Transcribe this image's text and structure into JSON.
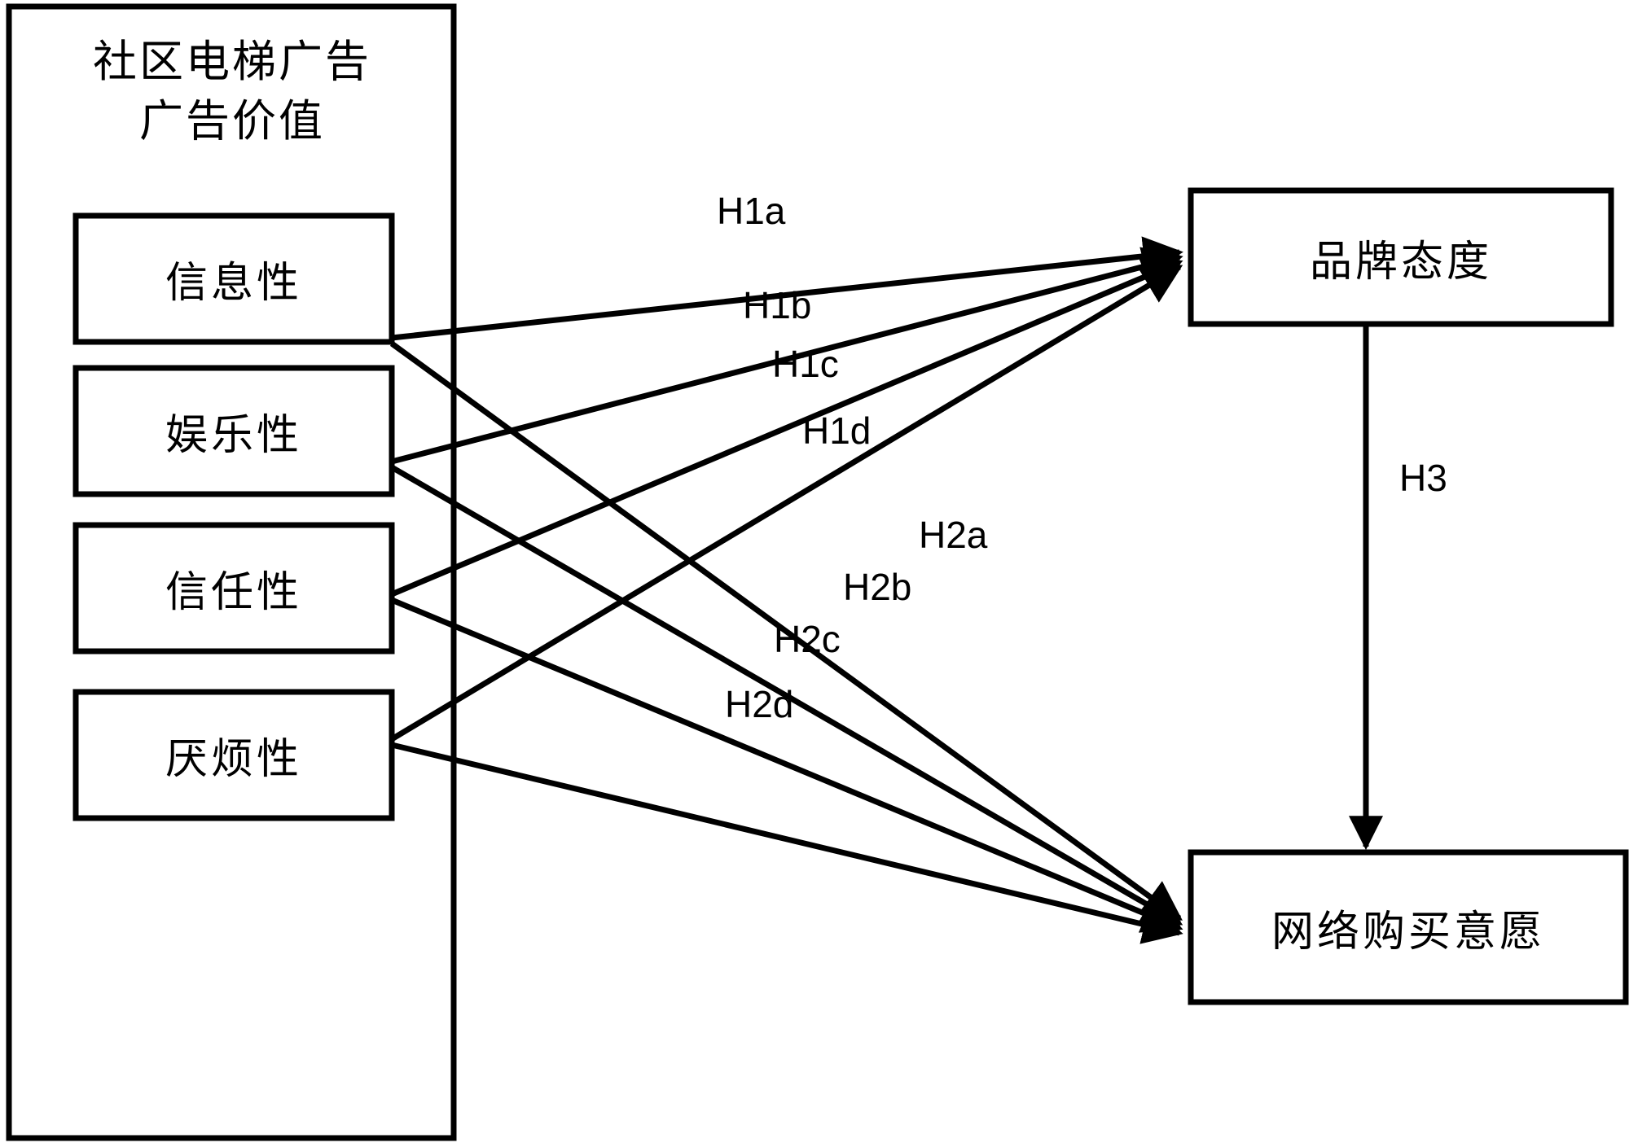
{
  "diagram": {
    "title_lines": [
      "社区电梯广告",
      "广告价值"
    ],
    "antecedents": [
      {
        "label": "信息性"
      },
      {
        "label": "娱乐性"
      },
      {
        "label": "信任性"
      },
      {
        "label": "厌烦性"
      }
    ],
    "outcomes": [
      {
        "label": "品牌态度"
      },
      {
        "label": "网络购买意愿"
      }
    ],
    "paths": [
      {
        "id": "H1a",
        "label": "H1a",
        "from": "信息性",
        "to": "品牌态度"
      },
      {
        "id": "H1b",
        "label": "H1b",
        "from": "娱乐性",
        "to": "品牌态度"
      },
      {
        "id": "H1c",
        "label": "H1c",
        "from": "信任性",
        "to": "品牌态度"
      },
      {
        "id": "H1d",
        "label": "H1d",
        "from": "厌烦性",
        "to": "品牌态度"
      },
      {
        "id": "H2a",
        "label": "H2a",
        "from": "信息性",
        "to": "网络购买意愿"
      },
      {
        "id": "H2b",
        "label": "H2b",
        "from": "娱乐性",
        "to": "网络购买意愿"
      },
      {
        "id": "H2c",
        "label": "H2c",
        "from": "信任性",
        "to": "网络购买意愿"
      },
      {
        "id": "H2d",
        "label": "H2d",
        "from": "厌烦性",
        "to": "网络购买意愿"
      },
      {
        "id": "H3",
        "label": "H3",
        "from": "品牌态度",
        "to": "网络购买意愿"
      }
    ],
    "colors": {
      "stroke": "#000000",
      "background": "#ffffff",
      "text": "#000000"
    }
  }
}
